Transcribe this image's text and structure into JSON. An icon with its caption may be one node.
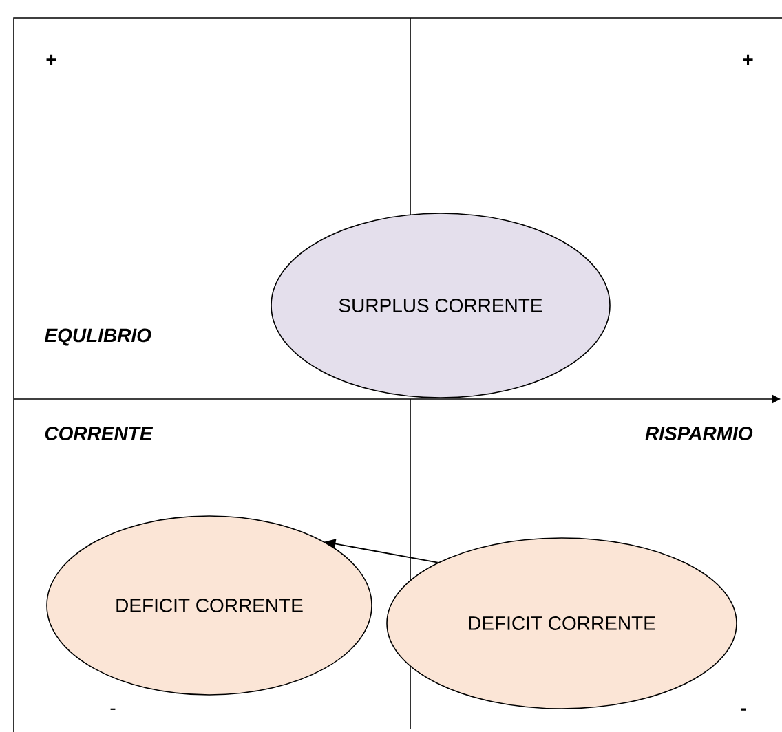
{
  "diagram": {
    "nodes": [
      {
        "text": [
          "SURPLUS CORRENTE"
        ]
      },
      {
        "text": [
          "DEFICIT CORRENTE"
        ]
      },
      {
        "text": [
          "DEFICIT CORRENTE"
        ]
      }
    ],
    "edges": [
      {
        "from": 2,
        "to": 1,
        "arrow": "to"
      }
    ],
    "labels": [
      "+",
      "+",
      "EQULIBRIO",
      "CORRENTE",
      "RISPARMIO",
      "-",
      "-"
    ]
  }
}
